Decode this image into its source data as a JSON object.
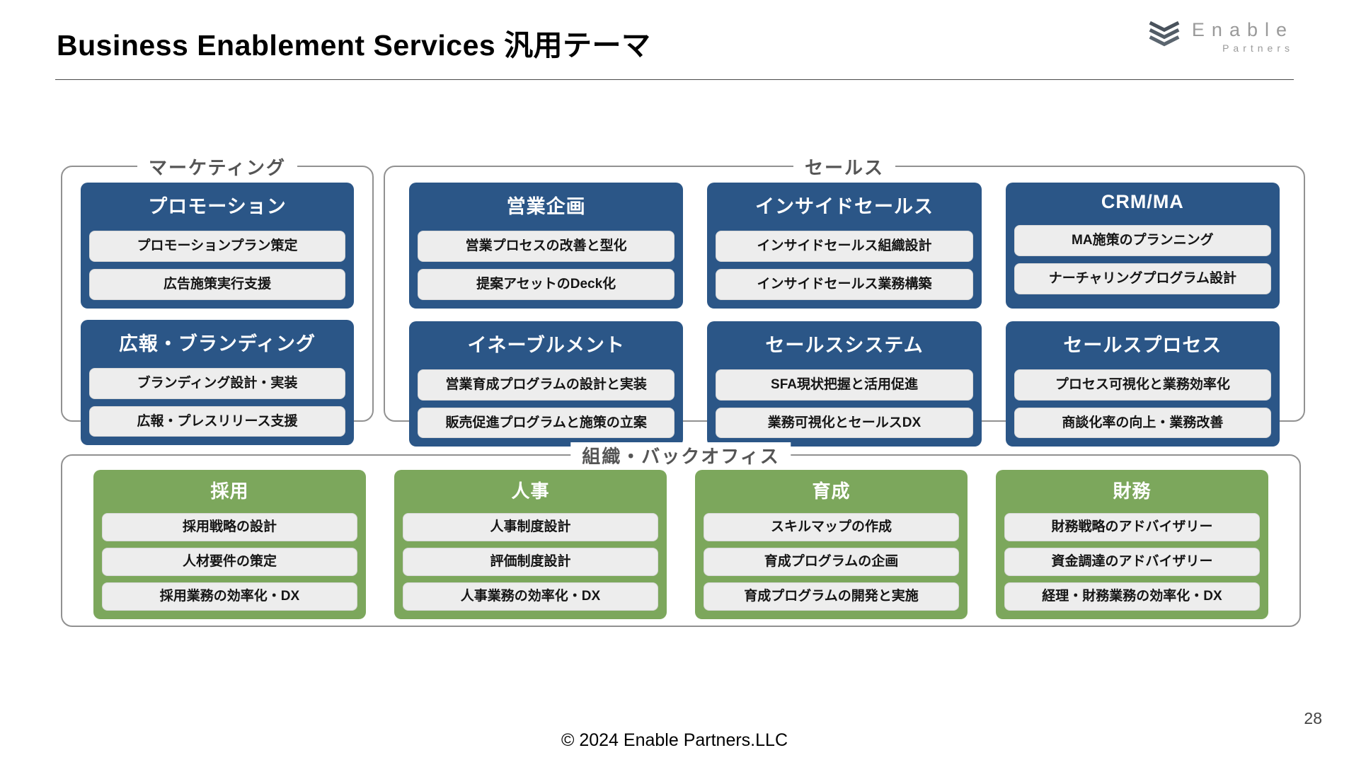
{
  "page": {
    "title": "Business Enablement Services 汎用テーマ",
    "footer": "© 2024 Enable Partners.LLC",
    "page_number": "28"
  },
  "logo": {
    "name": "Enable",
    "sub": "Partners",
    "icon": "stacked-chevrons-icon"
  },
  "colors": {
    "card_blue": "#2b5687",
    "card_green": "#7ca75c",
    "item_bg": "#ededed",
    "group_border": "#919191"
  },
  "groups": [
    {
      "label": "マーケティング",
      "style": "blue",
      "cards": [
        {
          "title": "プロモーション",
          "items": [
            "プロモーションプラン策定",
            "広告施策実行支援"
          ]
        },
        {
          "title": "広報・ブランディング",
          "items": [
            "ブランディング設計・実装",
            "広報・プレスリリース支援"
          ]
        }
      ]
    },
    {
      "label": "セールス",
      "style": "blue",
      "cards": [
        {
          "title": "営業企画",
          "items": [
            "営業プロセスの改善と型化",
            "提案アセットのDeck化"
          ]
        },
        {
          "title": "インサイドセールス",
          "items": [
            "インサイドセールス組織設計",
            "インサイドセールス業務構築"
          ]
        },
        {
          "title": "CRM/MA",
          "items": [
            "MA施策のプランニング",
            "ナーチャリングプログラム設計"
          ]
        },
        {
          "title": "イネーブルメント",
          "items": [
            "営業育成プログラムの設計と実装",
            "販売促進プログラムと施策の立案"
          ]
        },
        {
          "title": "セールスシステム",
          "items": [
            "SFA現状把握と活用促進",
            "業務可視化とセールスDX"
          ]
        },
        {
          "title": "セールスプロセス",
          "items": [
            "プロセス可視化と業務効率化",
            "商談化率の向上・業務改善"
          ]
        }
      ]
    },
    {
      "label": "組織・バックオフィス",
      "style": "green",
      "cards": [
        {
          "title": "採用",
          "items": [
            "採用戦略の設計",
            "人材要件の策定",
            "採用業務の効率化・DX"
          ]
        },
        {
          "title": "人事",
          "items": [
            "人事制度設計",
            "評価制度設計",
            "人事業務の効率化・DX"
          ]
        },
        {
          "title": "育成",
          "items": [
            "スキルマップの作成",
            "育成プログラムの企画",
            "育成プログラムの開発と実施"
          ]
        },
        {
          "title": "財務",
          "items": [
            "財務戦略のアドバイザリー",
            "資金調達のアドバイザリー",
            "経理・財務業務の効率化・DX"
          ]
        }
      ]
    }
  ]
}
